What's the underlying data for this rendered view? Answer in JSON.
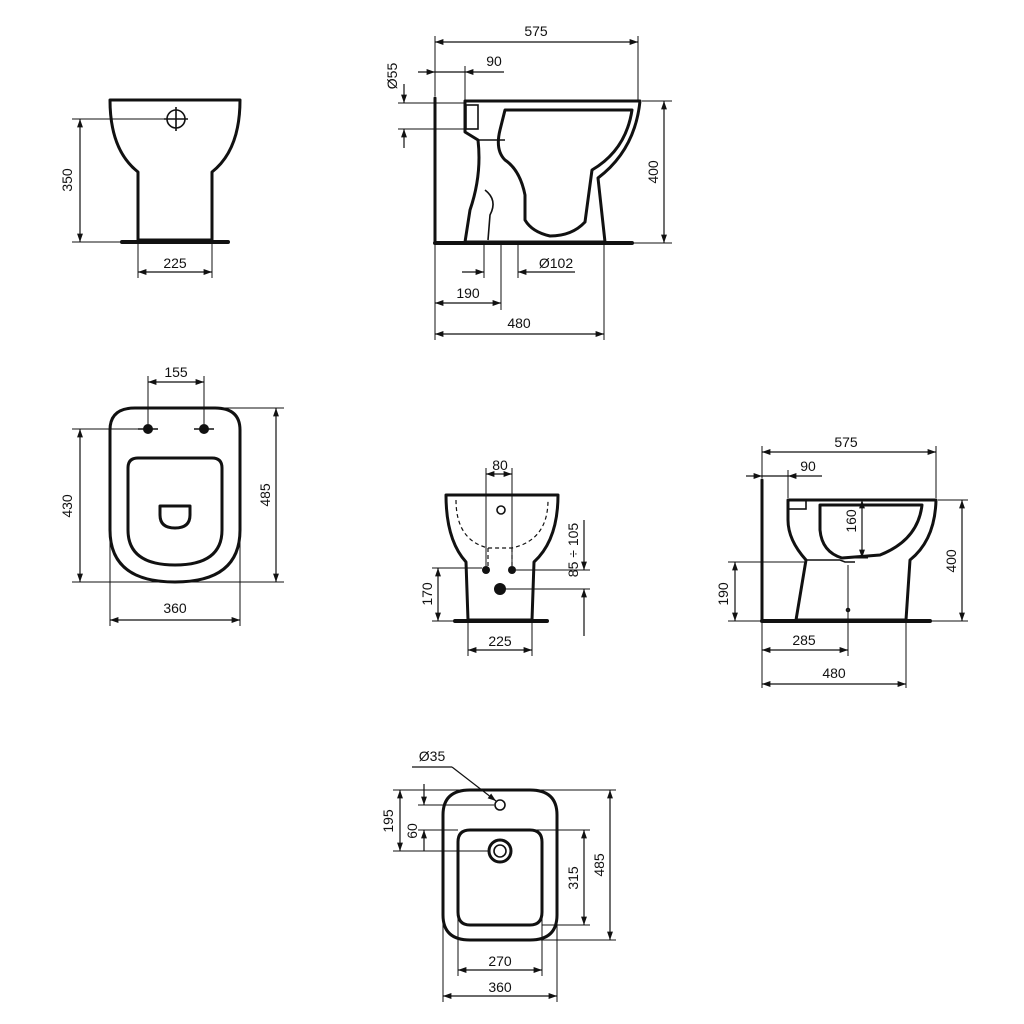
{
  "colors": {
    "line": "#111111",
    "background": "#ffffff"
  },
  "dimensions": {
    "wc_front": {
      "height": "350",
      "width": "225"
    },
    "wc_side": {
      "length": "575",
      "setback": "90",
      "bolt_dia": "Ø55",
      "height": "400",
      "outlet_dia": "Ø102",
      "outlet_pos": "190",
      "base": "480"
    },
    "wc_top": {
      "fixing_spacing": "155",
      "inner_len": "430",
      "outer_len": "485",
      "width": "360"
    },
    "bidet_front": {
      "fixing_spacing": "80",
      "supply_range": "85 ÷ 105",
      "waste_height": "170",
      "width": "225"
    },
    "bidet_side": {
      "length": "575",
      "setback": "90",
      "bowl_depth": "160",
      "height": "400",
      "waste_height": "190",
      "waste_pos": "285",
      "base": "480"
    },
    "bidet_top": {
      "hole_dia": "Ø35",
      "tap_pos": "195",
      "tap_offset": "60",
      "bowl_len": "315",
      "outer_len": "485",
      "inner_width": "270",
      "width": "360"
    }
  }
}
